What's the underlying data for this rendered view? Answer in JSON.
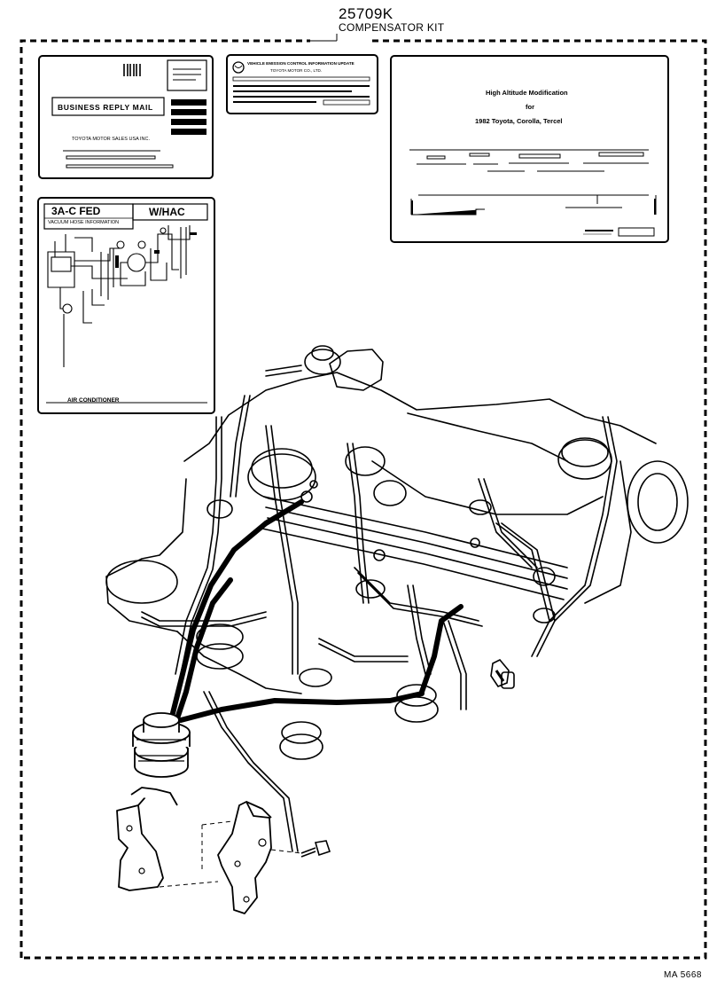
{
  "header": {
    "part_number": "25709K",
    "kit_name": "COMPENSATOR KIT"
  },
  "reply_card": {
    "heading": "BUSINESS REPLY MAIL",
    "company": "TOYOTA MOTOR SALES USA INC."
  },
  "emission_label": {
    "title": "VEHICLE EMISSION CONTROL INFORMATION UPDATE",
    "maker": "TOYOTA MOTOR CO., LTD."
  },
  "instruction_sheet": {
    "line1": "High Altitude Modification",
    "line2": "for",
    "line3": "1982 Toyota, Corolla, Tercel"
  },
  "vacuum_label": {
    "engine": "3A-C FED",
    "option": "W/HAC",
    "subtitle": "VACUUM HOSE INFORMATION",
    "footer": "AIR CONDITIONER"
  },
  "reference_code": "MA 5668"
}
